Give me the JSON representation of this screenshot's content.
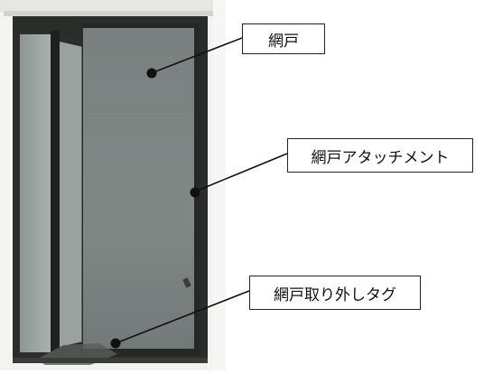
{
  "labels": {
    "screen": "網戸",
    "attachment": "網戸アタッチメント",
    "tag": "網戸取り外しタグ"
  },
  "colors": {
    "frame": "#2a2c2a",
    "screen_mesh": "#7f8584",
    "glass": "#9ea5a3",
    "wall": "#f2f2f0",
    "leader": "#111111"
  }
}
